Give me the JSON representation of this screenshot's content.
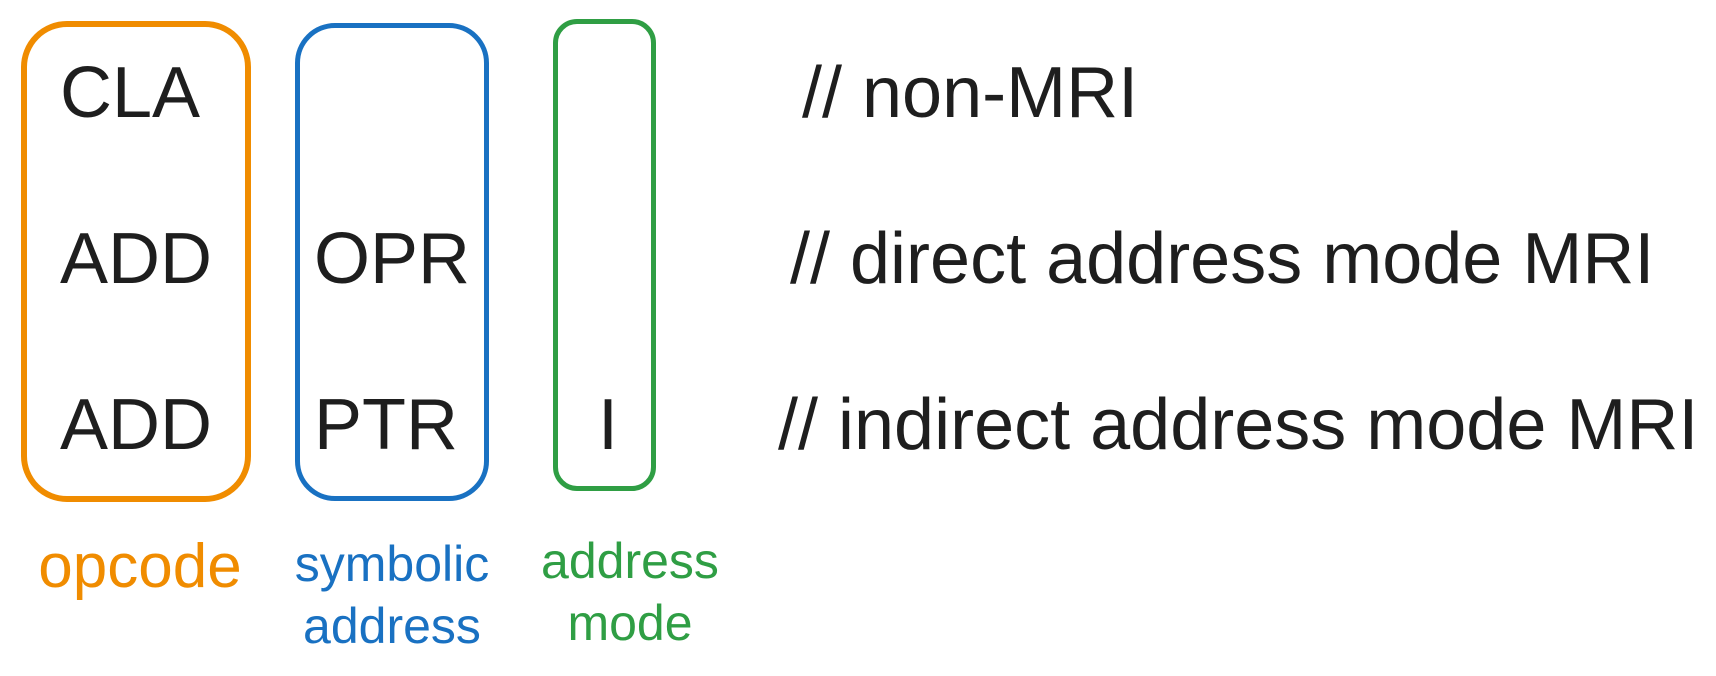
{
  "rows": [
    {
      "opcode": "CLA",
      "address": "",
      "mode": "",
      "comment": "// non-MRI"
    },
    {
      "opcode": "ADD",
      "address": "OPR",
      "mode": "",
      "comment": "// direct address mode MRI"
    },
    {
      "opcode": "ADD",
      "address": "PTR",
      "mode": "I",
      "comment": "// indirect address mode MRI"
    }
  ],
  "captions": {
    "opcode": "opcode",
    "symbolic_line1": "symbolic",
    "symbolic_line2": "address",
    "mode_line1": "address",
    "mode_line2": "mode"
  },
  "colors": {
    "opcode": "#f08c00",
    "symbolic_address": "#1971c2",
    "address_mode": "#2f9e44",
    "text": "#1e1e1e"
  }
}
